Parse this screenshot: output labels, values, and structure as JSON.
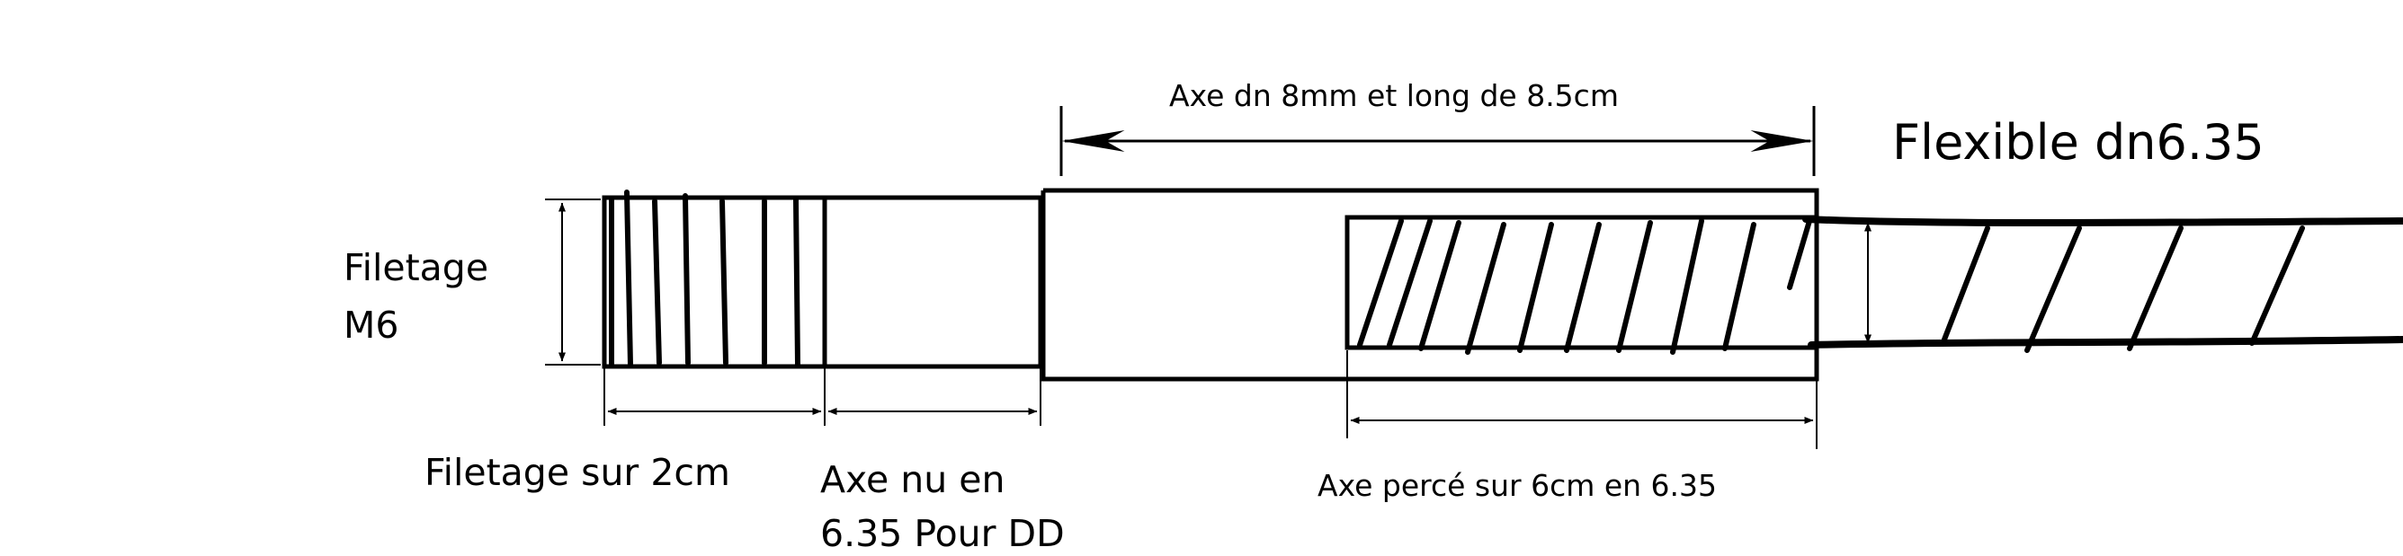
{
  "labels": {
    "axis_length": "Axe dn 8mm et long de 8.5cm",
    "flexible": "Flexible dn6.35",
    "thread_line1": "Filetage",
    "thread_line2": "M6",
    "thread_length": "Filetage sur 2cm",
    "bare_axis_line1": "Axe nu en",
    "bare_axis_line2": "6.35 Pour DD",
    "drilled_axis": "Axe percé sur 6cm en 6.35"
  },
  "colors": {
    "ink": "#000000",
    "background": "#ffffff"
  }
}
